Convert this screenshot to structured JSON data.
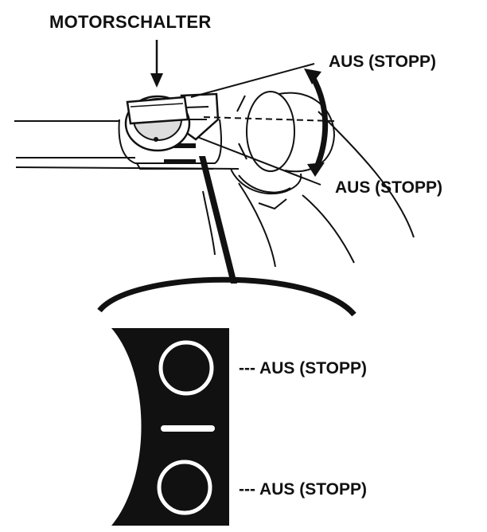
{
  "title": "MOTORSCHALTER",
  "callouts": {
    "upper_top": "AUS (STOPP)",
    "upper_bottom": "AUS (STOPP)",
    "panel_top": "--- AUS (STOPP)",
    "panel_bottom": "--- AUS (STOPP)"
  },
  "colors": {
    "ink": "#111111",
    "paper": "#ffffff"
  },
  "icons": {
    "switch_knob": "rotary-switch-icon",
    "rotation_arrow": "double-arrow-icon",
    "pointer_arrow": "arrow-down-icon"
  }
}
